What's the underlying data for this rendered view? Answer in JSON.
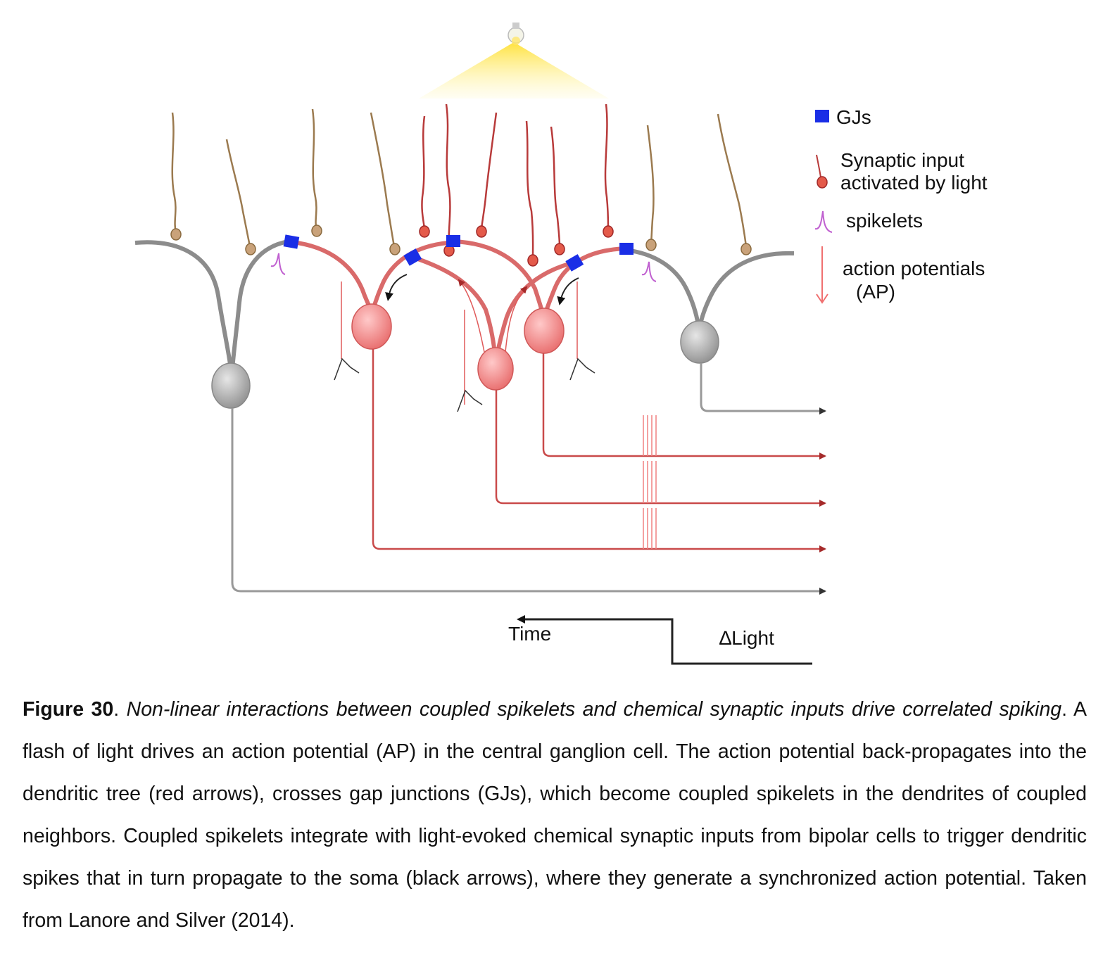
{
  "legend": {
    "gj": "GJs",
    "synaptic_line1": "Synaptic input",
    "synaptic_line2": "activated by light",
    "spikelets": "spikelets",
    "ap_line1": "action potentials",
    "ap_line2": "(AP)"
  },
  "axis": {
    "time_label": "Time",
    "light_label": "∆Light"
  },
  "caption": {
    "figure_label": "Figure 30",
    "title": "Non-linear interactions between coupled spikelets and chemical synaptic inputs drive correlated spiking",
    "body": ". A flash of light drives an action potential (AP) in the central ganglion cell. The action potential back-propagates into the dendritic tree (red arrows), crosses gap junctions (GJs), which become coupled spikelets in the dendrites of coupled neighbors. Coupled spikelets integrate with light-evoked chemical synaptic inputs from bipolar cells to trigger dendritic spikes that in turn propagate to the soma (black arrows), where they generate a synchronized action potential. Taken from Lanore and Silver (2014)."
  },
  "colors": {
    "gray_cell": "#8c8c8c",
    "red_cell": "#e06a6a",
    "red_axon": "#c0393b",
    "gap_junction": "#1a2ee6",
    "bipolar_brown": "#9b7a4f",
    "bipolar_red": "#b83a3a",
    "spikelet": "#c060d0",
    "light": "#ffe44d"
  }
}
